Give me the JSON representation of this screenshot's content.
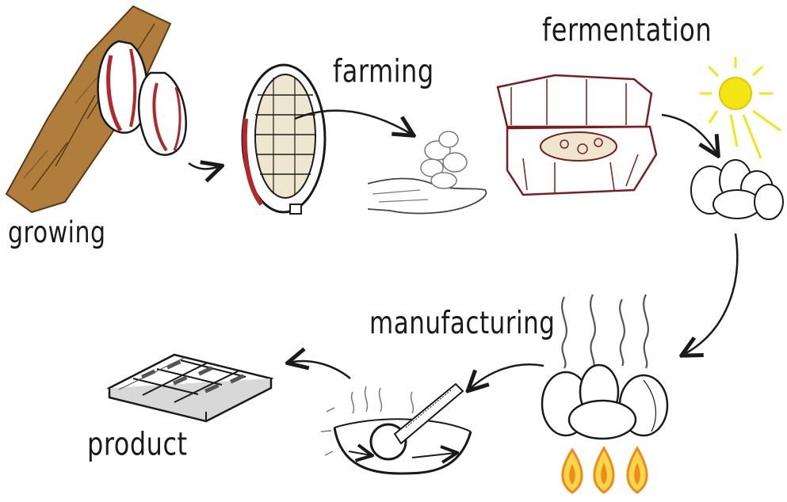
{
  "labels": {
    "growing": "growing",
    "farming": "farming",
    "fermentation": "fermentation",
    "manufacturing": "manufacturing",
    "product": "product"
  },
  "colors": {
    "ink": "#1a1a1a",
    "bark": "#b07d3c",
    "pod_red": "#b3262a",
    "sun_yellow": "#f4e515",
    "flame_orange": "#f08a1c",
    "flame_yellow": "#f7d64a",
    "bean_fill": "#efe6cf"
  }
}
